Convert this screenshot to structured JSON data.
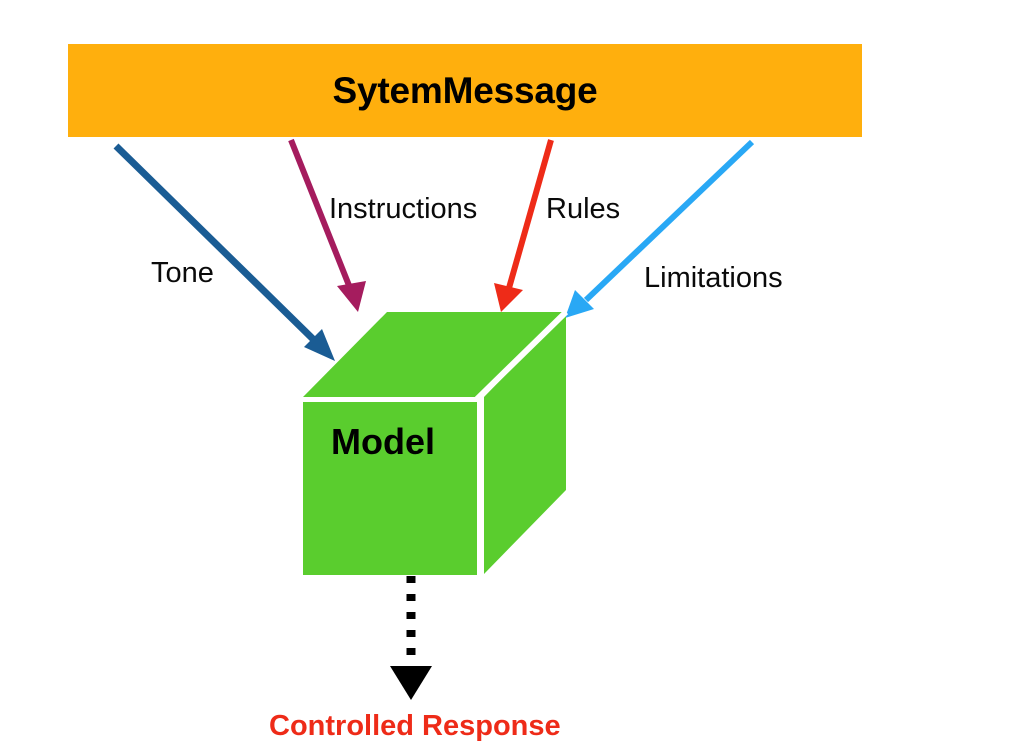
{
  "diagram": {
    "title": "SytemMessage",
    "banner": {
      "label": "SytemMessage",
      "color": "#FFAF0D",
      "text_color": "#000000"
    },
    "arrows": [
      {
        "id": "tone",
        "label": "Tone",
        "color": "#1A5C94",
        "from": "SytemMessage",
        "to": "Model",
        "style": "solid"
      },
      {
        "id": "instructions",
        "label": "Instructions",
        "color": "#A51C5E",
        "from": "SytemMessage",
        "to": "Model",
        "style": "solid"
      },
      {
        "id": "rules",
        "label": "Rules",
        "color": "#EE2B18",
        "from": "SytemMessage",
        "to": "Model",
        "style": "solid"
      },
      {
        "id": "limitations",
        "label": "Limitations",
        "color": "#29A8F5",
        "from": "SytemMessage",
        "to": "Model",
        "style": "solid"
      },
      {
        "id": "output",
        "label": "",
        "color": "#000000",
        "from": "Model",
        "to": "Controlled Response",
        "style": "dotted"
      }
    ],
    "cube": {
      "label": "Model",
      "color": "#5ACD2E",
      "edge_color": "#FFFFFF",
      "text_color": "#000000"
    },
    "output": {
      "label": "Controlled Response",
      "color": "#EE2B18"
    }
  }
}
